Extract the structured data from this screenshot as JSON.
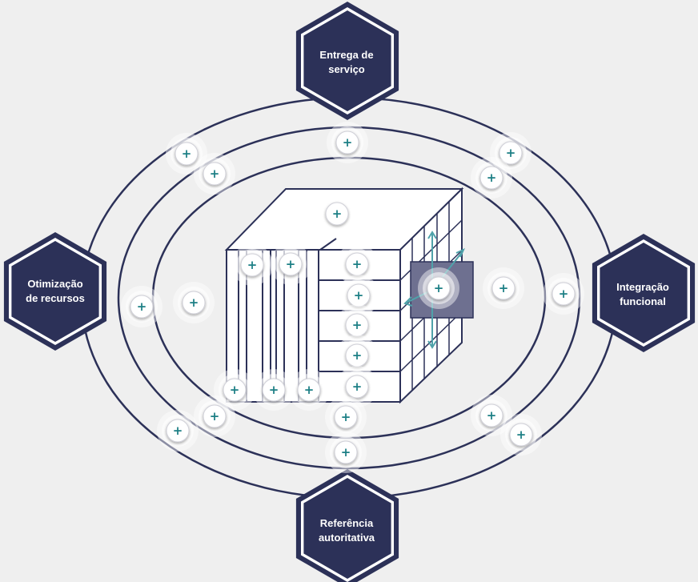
{
  "colors": {
    "background": "#efefef",
    "navy": "#2c3158",
    "ring": "#2c3158",
    "hotspot_plus": "#1c7f85",
    "arrow": "#4fa2aa",
    "focus_square": "#6e7090"
  },
  "hubs": {
    "top": {
      "line1": "Entrega de",
      "line2": "serviço"
    },
    "left": {
      "line1": "Otimização",
      "line2": "de recursos"
    },
    "right": {
      "line1": "Integração",
      "line2": "funcional"
    },
    "bottom": {
      "line1": "Referência",
      "line2": "autoritativa"
    }
  },
  "hotspot_symbol": "+"
}
